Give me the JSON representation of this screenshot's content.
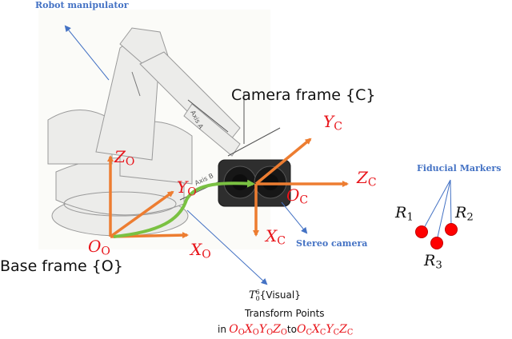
{
  "labels": {
    "robot_manipulator": "Robot manipulator",
    "camera_frame": "Camera frame {C}",
    "base_frame": "Base frame {O}",
    "stereo_camera": "Stereo camera",
    "fiducial_markers": "Fiducial Markers",
    "transform_visual": "{Visual}",
    "transform_points": "Transform Points",
    "transform_in": "in",
    "transform_to": "to"
  },
  "axes": {
    "base": {
      "origin": "O",
      "x": "X",
      "y": "Y",
      "z": "Z",
      "sub": "O"
    },
    "camera": {
      "origin": "O",
      "x": "X",
      "y": "Y",
      "z": "Z",
      "sub": "C"
    }
  },
  "transform": {
    "symbol": "T",
    "sub": "0",
    "sup": "6"
  },
  "markers": [
    {
      "name": "R",
      "sub": "1"
    },
    {
      "name": "R",
      "sub": "2"
    },
    {
      "name": "R",
      "sub": "3"
    }
  ],
  "colors": {
    "axis": "#ed7d31",
    "label_red": "#e8141a",
    "annotation_blue": "#4472c4",
    "path_green": "#7ac142",
    "marker_red": "#ff0000"
  }
}
